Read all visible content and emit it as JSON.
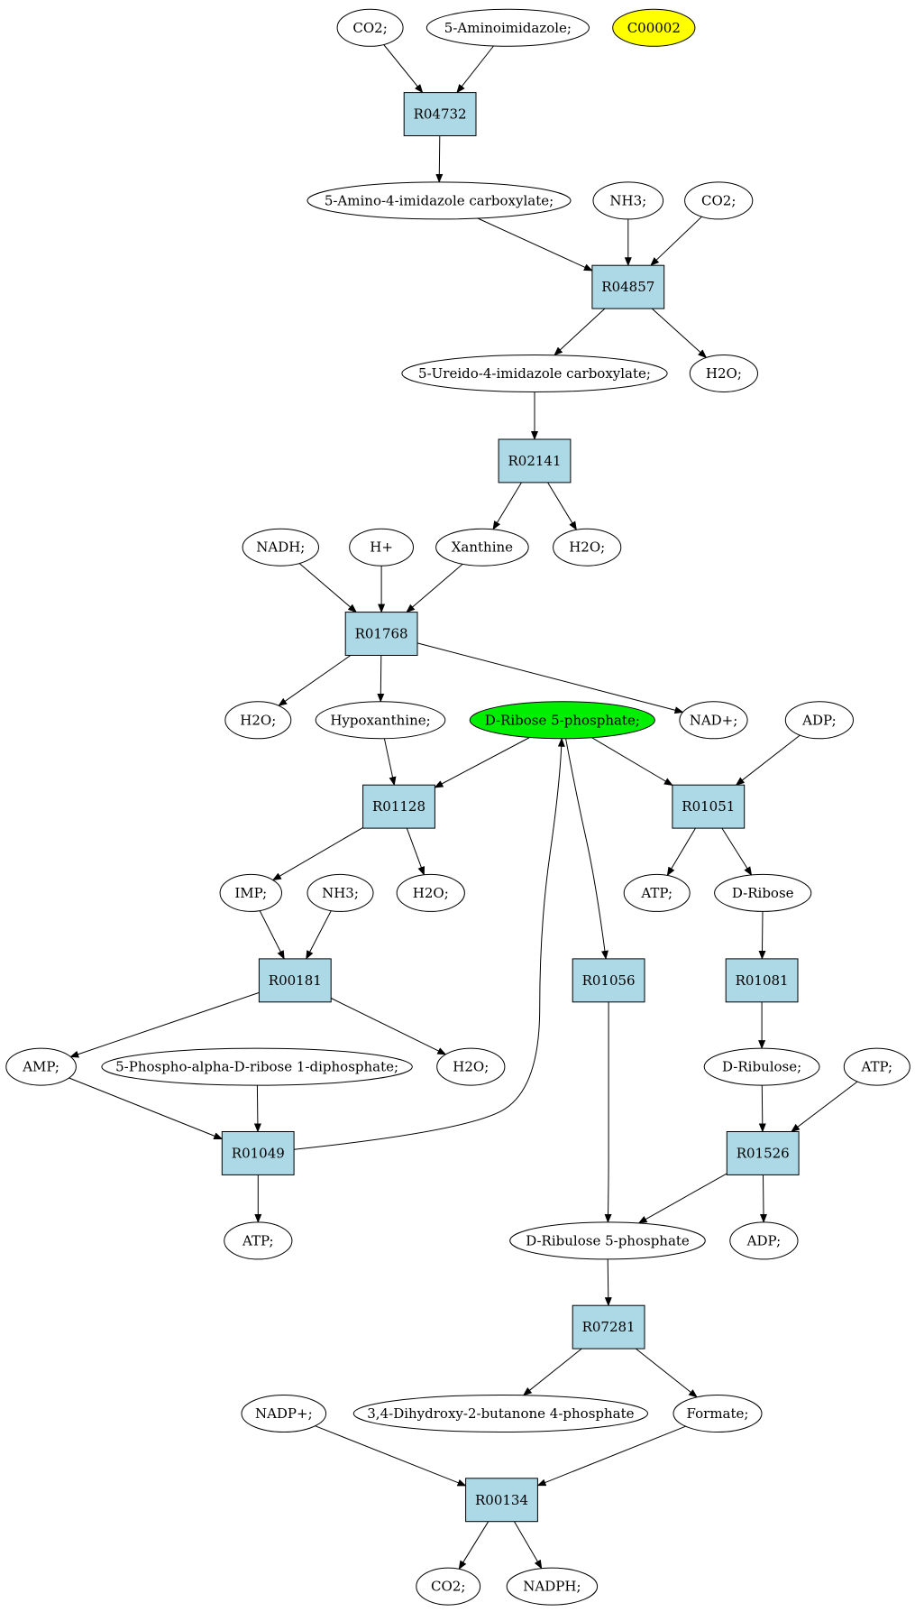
{
  "colors": {
    "reaction_fill": "#add8e6",
    "compound_fill": "#ffffff",
    "highlight_yellow": "#ffff00",
    "highlight_green": "#00ee00",
    "stroke": "#000000"
  },
  "compounds": {
    "c_co2_a": "CO2;",
    "c_aminoimidazole": "5-Aminoimidazole;",
    "c_c00002": "C00002",
    "c_aic": "5-Amino-4-imidazole carboxylate;",
    "c_nh3_a": "NH3;",
    "c_co2_b": "CO2;",
    "c_uic": "5-Ureido-4-imidazole carboxylate;",
    "c_h2o_a": "H2O;",
    "c_xanthine": "Xanthine",
    "c_h2o_b": "H2O;",
    "c_nadh": "NADH;",
    "c_hplus": "H+",
    "c_h2o_c": "H2O;",
    "c_hypoxanthine": "Hypoxanthine;",
    "c_r5p": "D-Ribose 5-phosphate;",
    "c_nadplus": "NAD+;",
    "c_adp_a": "ADP;",
    "c_imp": "IMP;",
    "c_nh3_b": "NH3;",
    "c_h2o_d": "H2O;",
    "c_atp_a": "ATP;",
    "c_dribose": "D-Ribose",
    "c_amp": "AMP;",
    "c_prpp": "5-Phospho-alpha-D-ribose 1-diphosphate;",
    "c_h2o_e": "H2O;",
    "c_dribulose": "D-Ribulose;",
    "c_atp_b": "ATP;",
    "c_atp_c": "ATP;",
    "c_ru5p": "D-Ribulose 5-phosphate",
    "c_adp_b": "ADP;",
    "c_nadpplus": "NADP+;",
    "c_dhbp": "3,4-Dihydroxy-2-butanone 4-phosphate",
    "c_formate": "Formate;",
    "c_co2_c": "CO2;",
    "c_nadph": "NADPH;"
  },
  "reactions": {
    "r04732": "R04732",
    "r04857": "R04857",
    "r02141": "R02141",
    "r01768": "R01768",
    "r01128": "R01128",
    "r01051": "R01051",
    "r00181": "R00181",
    "r01056": "R01056",
    "r01081": "R01081",
    "r01049": "R01049",
    "r01526": "R01526",
    "r07281": "R07281",
    "r00134": "R00134"
  },
  "edges": [
    [
      "c_co2_a",
      "r04732"
    ],
    [
      "c_aminoimidazole",
      "r04732"
    ],
    [
      "r04732",
      "c_aic"
    ],
    [
      "c_aic",
      "r04857"
    ],
    [
      "c_nh3_a",
      "r04857"
    ],
    [
      "c_co2_b",
      "r04857"
    ],
    [
      "r04857",
      "c_uic"
    ],
    [
      "r04857",
      "c_h2o_a"
    ],
    [
      "c_uic",
      "r02141"
    ],
    [
      "r02141",
      "c_xanthine"
    ],
    [
      "r02141",
      "c_h2o_b"
    ],
    [
      "c_nadh",
      "r01768"
    ],
    [
      "c_hplus",
      "r01768"
    ],
    [
      "c_xanthine",
      "r01768"
    ],
    [
      "r01768",
      "c_h2o_c"
    ],
    [
      "r01768",
      "c_hypoxanthine"
    ],
    [
      "r01768",
      "c_nadplus"
    ],
    [
      "c_hypoxanthine",
      "r01128"
    ],
    [
      "c_r5p",
      "r01128"
    ],
    [
      "r01128",
      "c_imp"
    ],
    [
      "r01128",
      "c_h2o_d"
    ],
    [
      "c_r5p",
      "r01051"
    ],
    [
      "c_adp_a",
      "r01051"
    ],
    [
      "r01051",
      "c_atp_a"
    ],
    [
      "r01051",
      "c_dribose"
    ],
    [
      "c_imp",
      "r00181"
    ],
    [
      "c_nh3_b",
      "r00181"
    ],
    [
      "r00181",
      "c_amp"
    ],
    [
      "r00181",
      "c_h2o_e"
    ],
    [
      "c_r5p",
      "r01056"
    ],
    [
      "c_dribose",
      "r01081"
    ],
    [
      "r01081",
      "c_dribulose"
    ],
    [
      "c_amp",
      "r01049"
    ],
    [
      "c_prpp",
      "r01049"
    ],
    [
      "r01049",
      "c_atp_c"
    ],
    [
      "r01049",
      "c_r5p"
    ],
    [
      "c_dribulose",
      "r01526"
    ],
    [
      "c_atp_b",
      "r01526"
    ],
    [
      "r01526",
      "c_ru5p"
    ],
    [
      "r01526",
      "c_adp_b"
    ],
    [
      "r01056",
      "c_ru5p"
    ],
    [
      "c_ru5p",
      "r07281"
    ],
    [
      "r07281",
      "c_dhbp"
    ],
    [
      "r07281",
      "c_formate"
    ],
    [
      "c_nadpplus",
      "r00134"
    ],
    [
      "c_formate",
      "r00134"
    ],
    [
      "r00134",
      "c_co2_c"
    ],
    [
      "r00134",
      "c_nadph"
    ]
  ]
}
